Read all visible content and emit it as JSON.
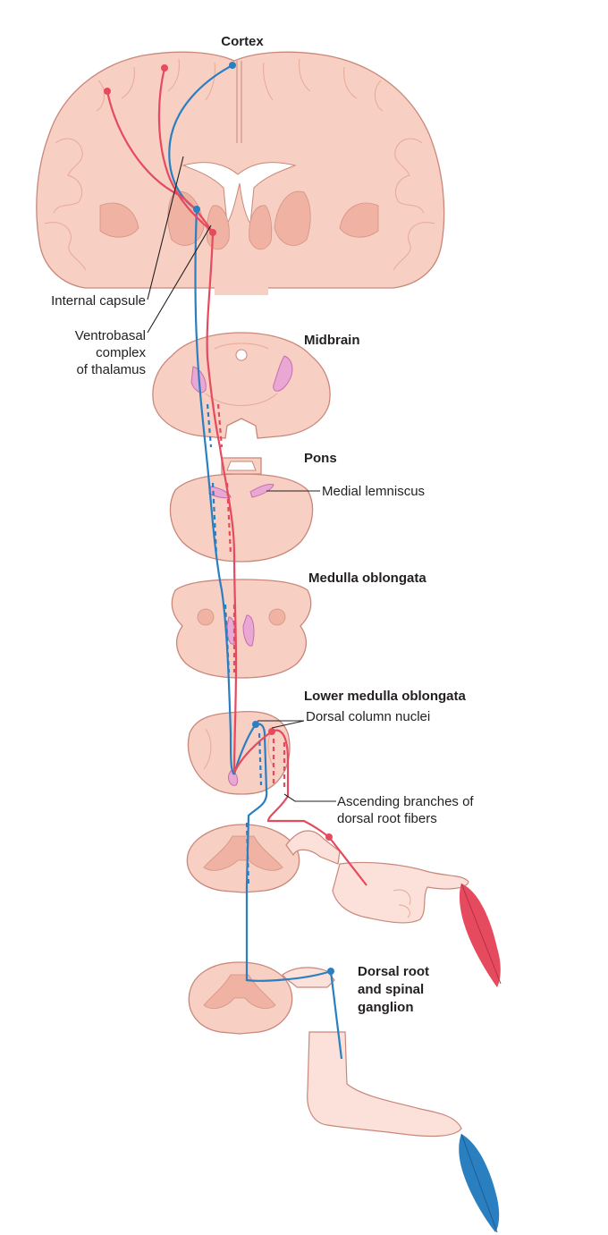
{
  "labels": {
    "cortex": "Cortex",
    "internal_capsule": "Internal capsule",
    "ventrobasal": [
      "Ventrobasal",
      "complex",
      "of thalamus"
    ],
    "midbrain": "Midbrain",
    "pons": "Pons",
    "medial_lemniscus": "Medial lemniscus",
    "medulla": "Medulla oblongata",
    "lower_medulla": "Lower medulla oblongata",
    "dorsal_column_nuclei": "Dorsal column nuclei",
    "ascending_branches": [
      "Ascending branches of",
      "dorsal root fibers"
    ],
    "dorsal_root": [
      "Dorsal root",
      "and spinal",
      "ganglion"
    ]
  },
  "colors": {
    "pathway_blue": "#2a7fc1",
    "pathway_red": "#e64a5e",
    "tissue": "#f8cfc3",
    "nucleus": "#e9a7d3"
  }
}
